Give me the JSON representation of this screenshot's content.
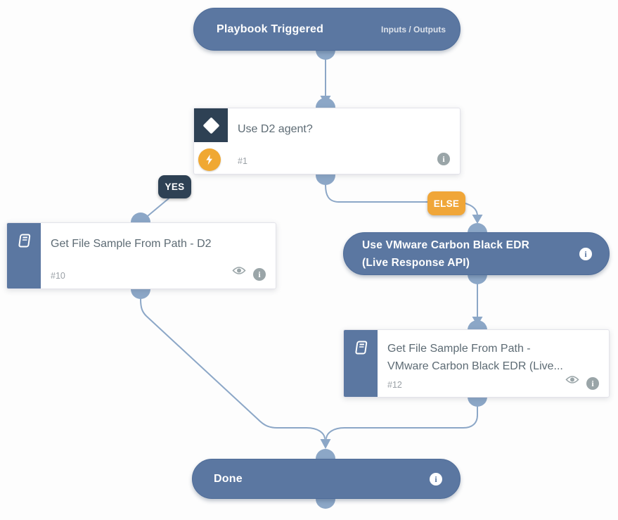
{
  "app": "playbook-work-plan",
  "colors": {
    "node_blue": "#5b77a1",
    "dark_navy": "#2e4154",
    "accent_yellow": "#f0a638",
    "connector_blue": "#8ca7c7",
    "card_title_text": "#5d6b74",
    "muted_text": "#9aa0a6",
    "card_background": "#ffffff"
  },
  "icons": {
    "condition_diamond": "◆",
    "automation_lightning": "⚡",
    "playbook_book": "📖",
    "preview_eye": "👁",
    "info": "ⓘ",
    "info_glyph": "i"
  },
  "nodes": {
    "trigger": {
      "title": "Playbook Triggered",
      "right_label": "Inputs / Outputs"
    },
    "condition": {
      "title": "Use D2 agent?",
      "id": "#1"
    },
    "task_d2": {
      "title": "Get File Sample From Path - D2",
      "id": "#10"
    },
    "subplaybook_header": {
      "title_line1": "Use VMware Carbon Black EDR",
      "title_line2": "(Live Response API)"
    },
    "task_carbon_black": {
      "title_line1": "Get File Sample From Path -",
      "title_line2": "VMware Carbon Black EDR (Live...",
      "id": "#12"
    },
    "done": {
      "title": "Done"
    }
  },
  "branches": {
    "yes_label": "YES",
    "else_label": "ELSE"
  }
}
